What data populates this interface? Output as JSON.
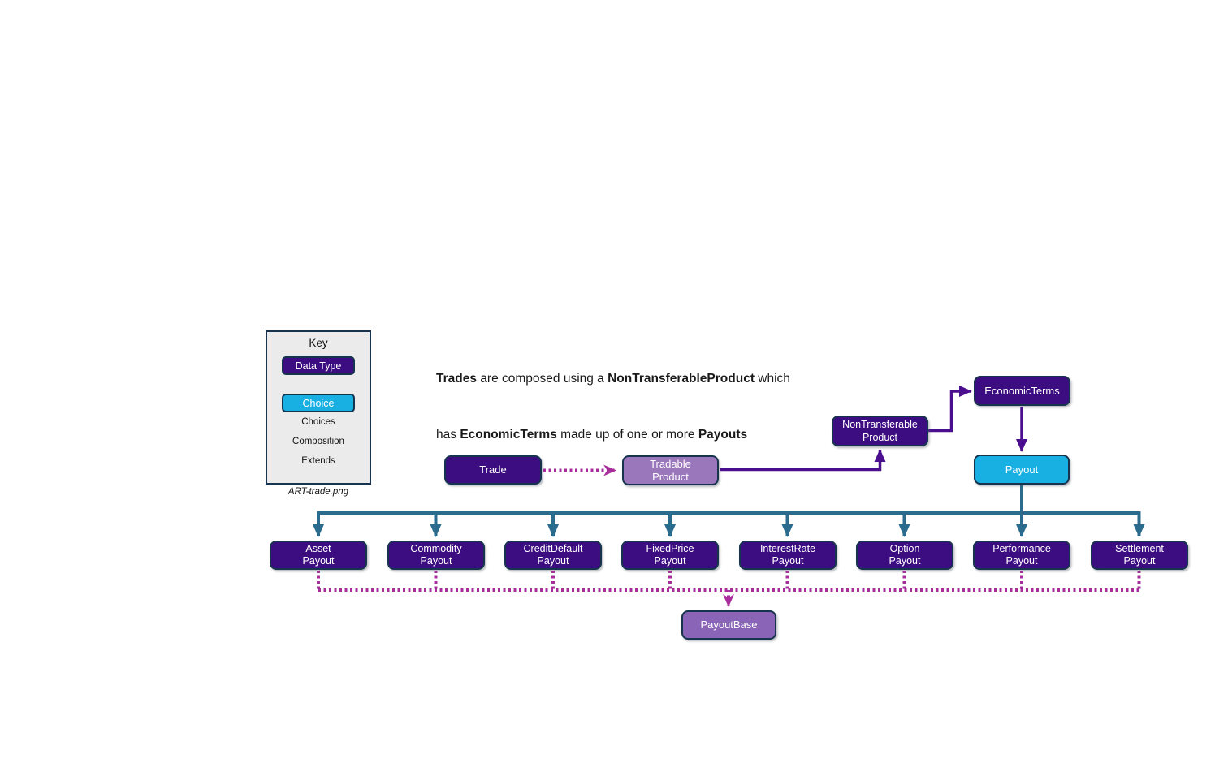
{
  "key": {
    "title": "Key",
    "data_type_label": "Data Type",
    "choice_label": "Choice",
    "choices_label": "Choices",
    "composition_label": "Composition",
    "extends_label": "Extends",
    "caption": "ART-trade.png"
  },
  "heading": {
    "line1": [
      "Trades",
      " are composed using a ",
      "NonTransferableProduct",
      " which"
    ],
    "line2": [
      "has ",
      "EconomicTerms",
      " made up of one or more ",
      "Payouts"
    ]
  },
  "diagram": {
    "nodes": {
      "trade": {
        "label": "Trade"
      },
      "tradable_product": {
        "line1": "Tradable",
        "line2": "Product"
      },
      "non_transferable_product": {
        "line1": "NonTransferable",
        "line2": "Product"
      },
      "economic_terms": {
        "label": "EconomicTerms"
      },
      "payout": {
        "label": "Payout"
      },
      "payout_base": {
        "label": "PayoutBase"
      }
    },
    "payout_types": [
      {
        "line1": "Asset",
        "line2": "Payout"
      },
      {
        "line1": "Commodity",
        "line2": "Payout"
      },
      {
        "line1": "CreditDefault",
        "line2": "Payout"
      },
      {
        "line1": "FixedPrice",
        "line2": "Payout"
      },
      {
        "line1": "InterestRate",
        "line2": "Payout"
      },
      {
        "line1": "Option",
        "line2": "Payout"
      },
      {
        "line1": "Performance",
        "line2": "Payout"
      },
      {
        "line1": "Settlement",
        "line2": "Payout"
      }
    ]
  },
  "colors": {
    "data_type_fill": "#3c0d80",
    "choice_fill": "#18b0e2",
    "tradable_product_fill": "#9a76bb",
    "payout_base_fill": "#8a64b6",
    "node_border": "#17344e",
    "choices_arrow": "#2a6b8e",
    "composition_arrow": "#4a0e8e",
    "extends_arrow": "#a82c9c",
    "key_background": "#ebebeb"
  }
}
